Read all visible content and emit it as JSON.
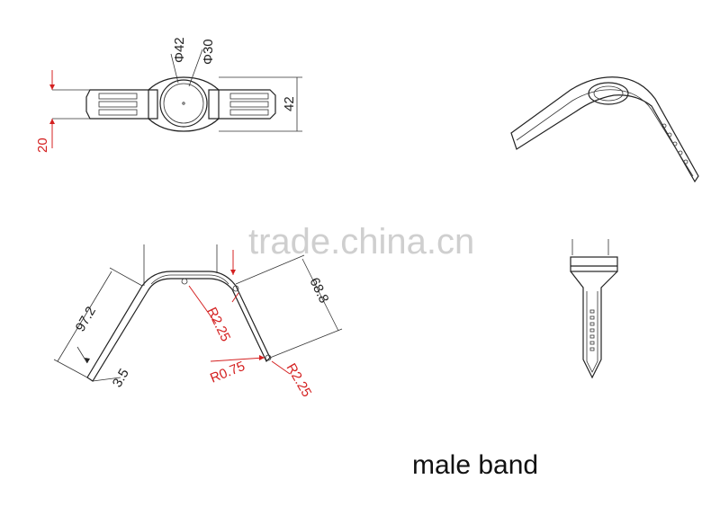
{
  "top_view": {
    "dim_d42": "Φ42",
    "dim_d30": "Φ30",
    "dim_h42": "42",
    "dim_w20": "20"
  },
  "side_view": {
    "dim_len": "97.2",
    "dim_len2": "68.8",
    "dim_thk": "3.5",
    "dim_r1": "R2.25",
    "dim_r2": "R0.75",
    "dim_r3": "R2.25"
  },
  "watermark": "trade.china.cn",
  "caption": "male band",
  "colors": {
    "line": "#222222",
    "dimension_red": "#d42020",
    "watermark": "#cfcfcf"
  }
}
